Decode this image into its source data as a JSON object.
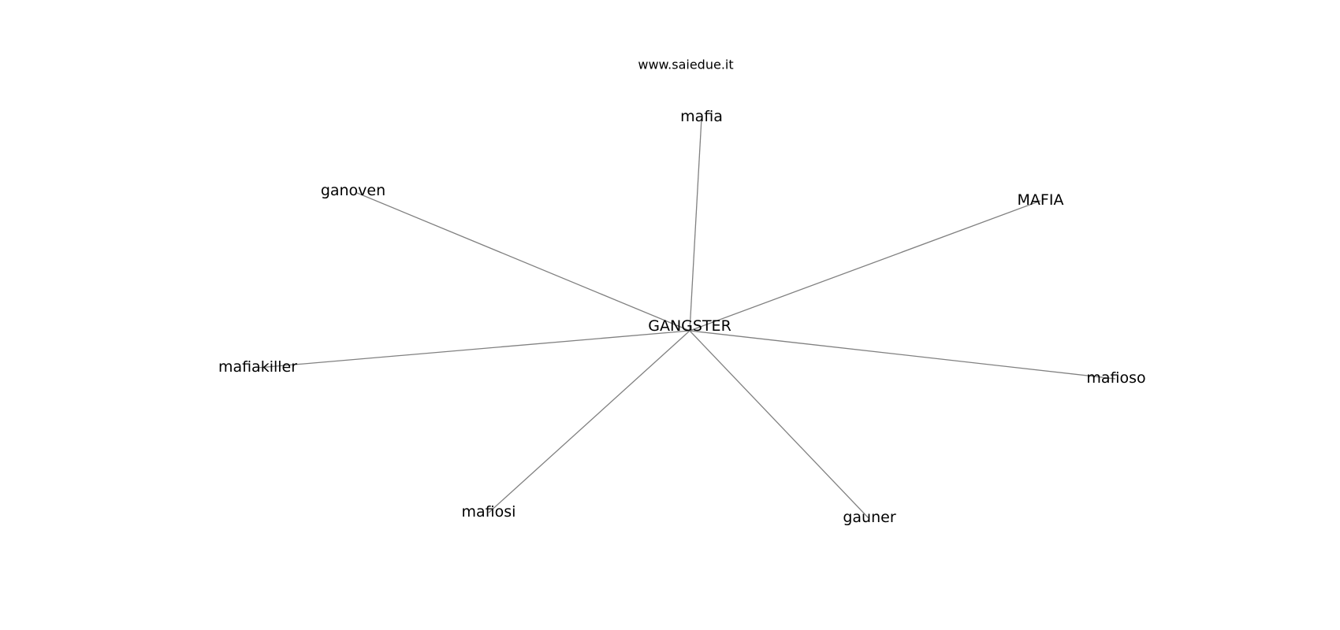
{
  "source": "www.saiedue.it",
  "graph": {
    "center": "GANGSTER",
    "nodes": [
      "mafia",
      "ganoven",
      "MAFIA",
      "mafiakiller",
      "mafioso",
      "mafiosi",
      "gauner"
    ]
  }
}
